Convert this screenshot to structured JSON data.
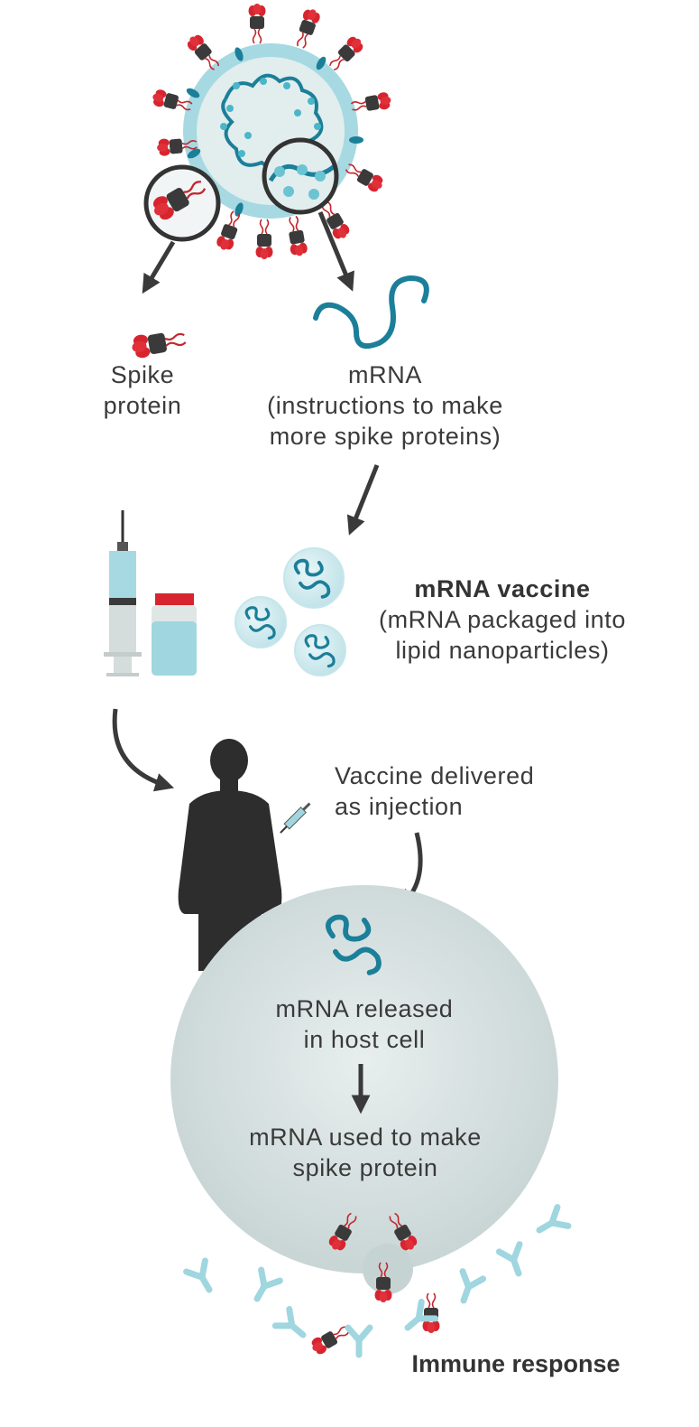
{
  "labels": {
    "spike": [
      "Spike",
      "protein"
    ],
    "mrna": [
      "mRNA",
      "(instructions to make",
      "more spike proteins)"
    ],
    "vaccine_title": "mRNA vaccine",
    "vaccine_desc": [
      "(mRNA packaged into",
      "lipid nanoparticles)"
    ],
    "injection": [
      "Vaccine delivered",
      "as injection"
    ],
    "released": [
      "mRNA released",
      "in host cell"
    ],
    "used": [
      "mRNA used to make",
      "spike protein"
    ],
    "immune": "Immune response"
  },
  "colors": {
    "teal_dark": "#1b7f99",
    "teal_light": "#9fd6df",
    "spike_red": "#d7252f",
    "spike_dark": "#3a3a3a",
    "arrow": "#3a3a3a",
    "cell_fill": "#d9e2e2",
    "silhouette": "#2d2d2d"
  }
}
